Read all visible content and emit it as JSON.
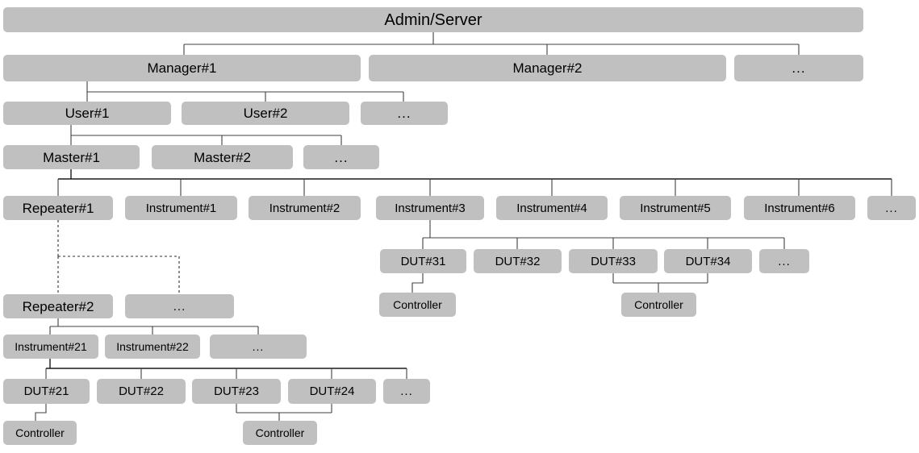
{
  "diagram": {
    "title": "Admin/Server hierarchy tree",
    "colors": {
      "node_fill": "#c0c0c0",
      "node_text": "#000000",
      "link": "#404040",
      "background": "#ffffff"
    },
    "ellipsis_label": "...",
    "nodes": {
      "admin": "Admin/Server",
      "manager1": "Manager#1",
      "manager2": "Manager#2",
      "manager_more": "...",
      "user1": "User#1",
      "user2": "User#2",
      "user_more": "...",
      "master1": "Master#1",
      "master2": "Master#2",
      "master_more": "...",
      "repeater1": "Repeater#1",
      "instrument1": "Instrument#1",
      "instrument2": "Instrument#2",
      "instrument3": "Instrument#3",
      "instrument4": "Instrument#4",
      "instrument5": "Instrument#5",
      "instrument6": "Instrument#6",
      "instrument_more": "...",
      "dut31": "DUT#31",
      "dut32": "DUT#32",
      "dut33": "DUT#33",
      "dut34": "DUT#34",
      "dut3_more": "...",
      "controller31": "Controller",
      "controller34": "Controller",
      "repeater2": "Repeater#2",
      "repeater_more": "...",
      "instrument21": "Instrument#21",
      "instrument22": "Instrument#22",
      "instrument2_more": "...",
      "dut21": "DUT#21",
      "dut22": "DUT#22",
      "dut23": "DUT#23",
      "dut24": "DUT#24",
      "dut2_more": "...",
      "controller21": "Controller",
      "controller24": "Controller"
    }
  }
}
